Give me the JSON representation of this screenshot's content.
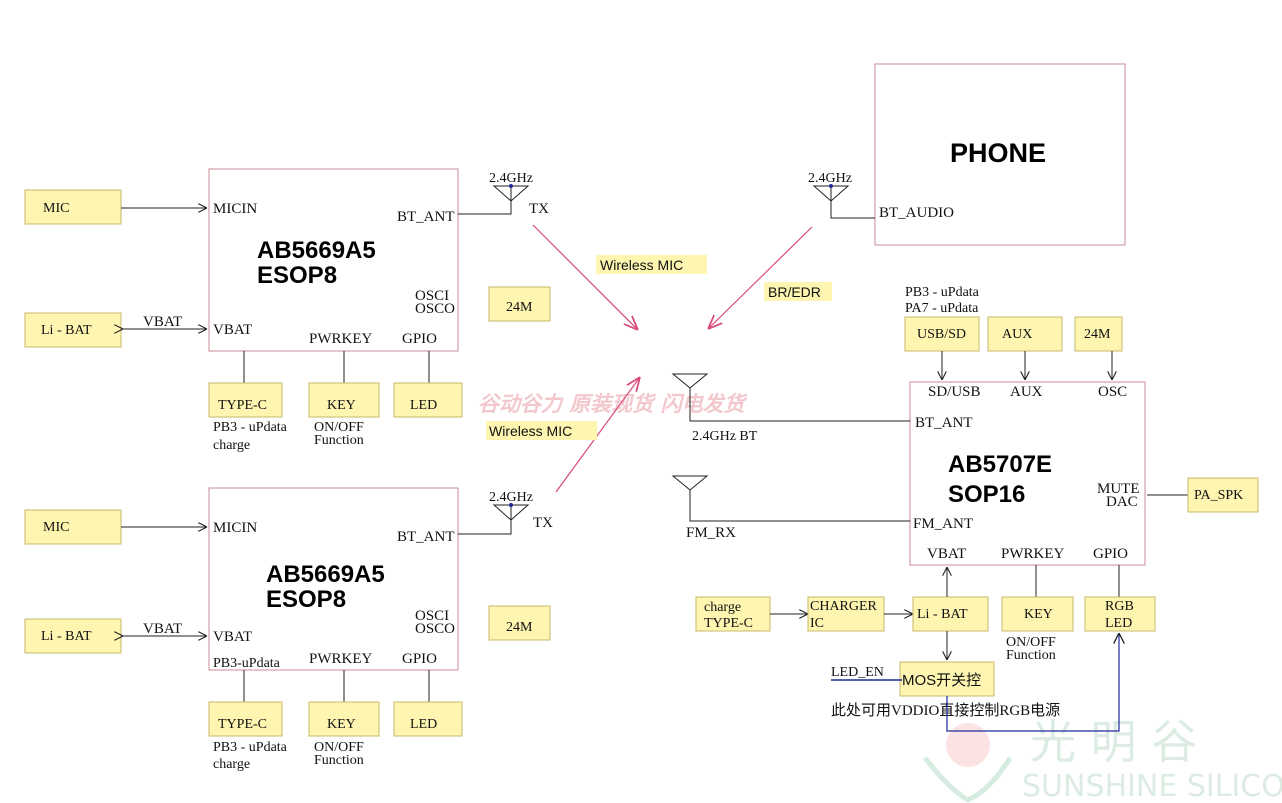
{
  "watermark": {
    "text": "谷动谷力 原装现货 闪电发货"
  },
  "logo": {
    "cn": "光 明 谷",
    "en": "SUNSHINE SILICON"
  },
  "phone": {
    "title": "PHONE",
    "freq": "2.4GHz",
    "pin": "BT_AUDIO"
  },
  "links": {
    "wireless_mic_1": "Wireless MIC",
    "wireless_mic_2": "Wireless MIC",
    "br_edr": "BR/EDR"
  },
  "tx1": {
    "chip_line1": "AB5669A5",
    "chip_line2": "ESOP8",
    "pins": {
      "micin": "MICIN",
      "vbat": "VBAT",
      "bt_ant": "BT_ANT",
      "osci": "OSCI",
      "osco": "OSCO",
      "pwrkey": "PWRKEY",
      "gpio": "GPIO"
    },
    "ant": {
      "freq": "2.4GHz",
      "label": "TX"
    },
    "mic": "MIC",
    "bat": "Li - BAT",
    "vbat_wire": "VBAT",
    "crystal": "24M",
    "typec": "TYPE-C",
    "key": "KEY",
    "led": "LED",
    "typec_note1": "PB3 - uPdata",
    "typec_note2": "charge",
    "key_note1": "ON/OFF",
    "key_note2": "Function"
  },
  "tx2": {
    "chip_line1": "AB5669A5",
    "chip_line2": "ESOP8",
    "pins": {
      "micin": "MICIN",
      "vbat": "VBAT",
      "bt_ant": "BT_ANT",
      "osci": "OSCI",
      "osco": "OSCO",
      "pwrkey": "PWRKEY",
      "gpio": "GPIO",
      "pb3": "PB3-uPdata"
    },
    "ant": {
      "freq": "2.4GHz",
      "label": "TX"
    },
    "mic": "MIC",
    "bat": "Li - BAT",
    "vbat_wire": "VBAT",
    "crystal": "24M",
    "typec": "TYPE-C",
    "key": "KEY",
    "led": "LED",
    "typec_note1": "PB3 - uPdata",
    "typec_note2": "charge",
    "key_note1": "ON/OFF",
    "key_note2": "Function"
  },
  "rx": {
    "chip_line1": "AB5707E",
    "chip_line2": "SOP16",
    "pins": {
      "sd_usb": "SD/USB",
      "aux": "AUX",
      "osc": "OSC",
      "bt_ant": "BT_ANT",
      "fm_ant": "FM_ANT",
      "mute": "MUTE",
      "dac": "DAC",
      "vbat": "VBAT",
      "pwrkey": "PWRKEY",
      "gpio": "GPIO"
    },
    "top_note1": "PB3 - uPdata",
    "top_note2": "PA7 - uPdata",
    "usb_sd": "USB/SD",
    "aux_box": "AUX",
    "crystal": "24M",
    "bt_label": "2.4GHz BT",
    "fm_label": "FM_RX",
    "pa_spk": "PA_SPK",
    "charge_line1": "charge",
    "charge_line2": "TYPE-C",
    "charger_line1": "CHARGER",
    "charger_line2": "IC",
    "bat": "Li - BAT",
    "key": "KEY",
    "rgb_line1": "RGB",
    "rgb_line2": "LED",
    "key_note1": "ON/OFF",
    "key_note2": "Function",
    "led_en": "LED_EN",
    "mos": "MOS开关控",
    "note": "此处可用VDDIO直接控制RGB电源"
  }
}
